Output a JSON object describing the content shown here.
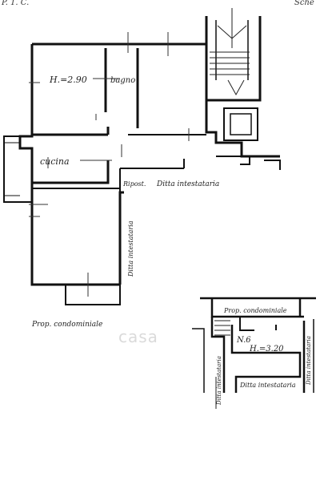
{
  "header": {
    "left_fragment": "P. 1. C.",
    "right_fragment": "Sche"
  },
  "labels": {
    "room_height": "H.=2.90",
    "bagno": "bagno",
    "cucina": "cucina",
    "ripost": "Ripost.",
    "ditta_intestataria_top": "Ditta intestataria",
    "ditta_intestataria_vertical": "Ditta intestataria",
    "prop_condominiale_main": "Prop. condominiale",
    "prop_condominiale_cantina": "Prop. condominiale",
    "cantina_number": "N.6",
    "cantina_height": "H.=3.20",
    "ditta_intestataria_cantina": "Ditta intestataria",
    "ditta_intestataria_left_vertical": "Ditta intestataria",
    "ditta_intestataria_right_vertical": "Ditta intestataria"
  },
  "watermark": "casa"
}
